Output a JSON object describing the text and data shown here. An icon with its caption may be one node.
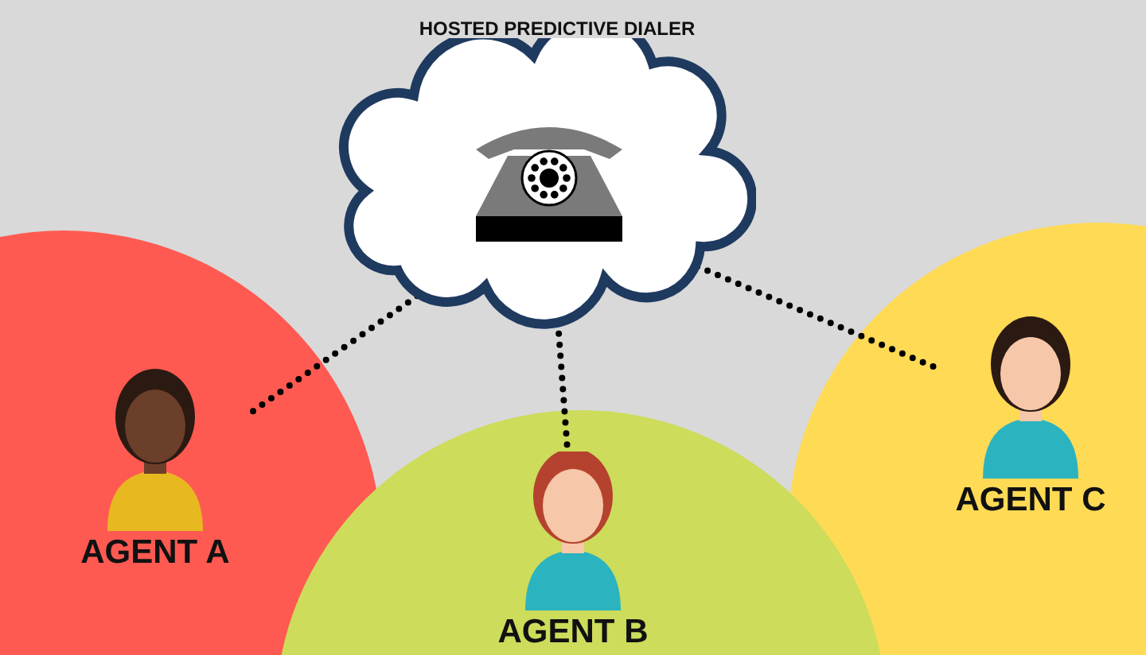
{
  "diagram": {
    "title": "HOSTED PREDICTIVE DIALER",
    "nodes": [
      {
        "text": [],
        "shape": "cloud"
      },
      {
        "text": [],
        "shape": "picture",
        "in": 0
      },
      {
        "text": [
          "AGENT A"
        ]
      },
      {
        "text": [
          "AGENT B"
        ]
      },
      {
        "text": [
          "AGENT C"
        ]
      }
    ],
    "edges": [
      {
        "from": 1,
        "to": 2,
        "arrow": "none",
        "style": "dashed"
      },
      {
        "from": 1,
        "to": 3,
        "arrow": "none",
        "style": "dashed"
      },
      {
        "from": 1,
        "to": 4,
        "arrow": "none",
        "style": "dashed"
      }
    ]
  }
}
